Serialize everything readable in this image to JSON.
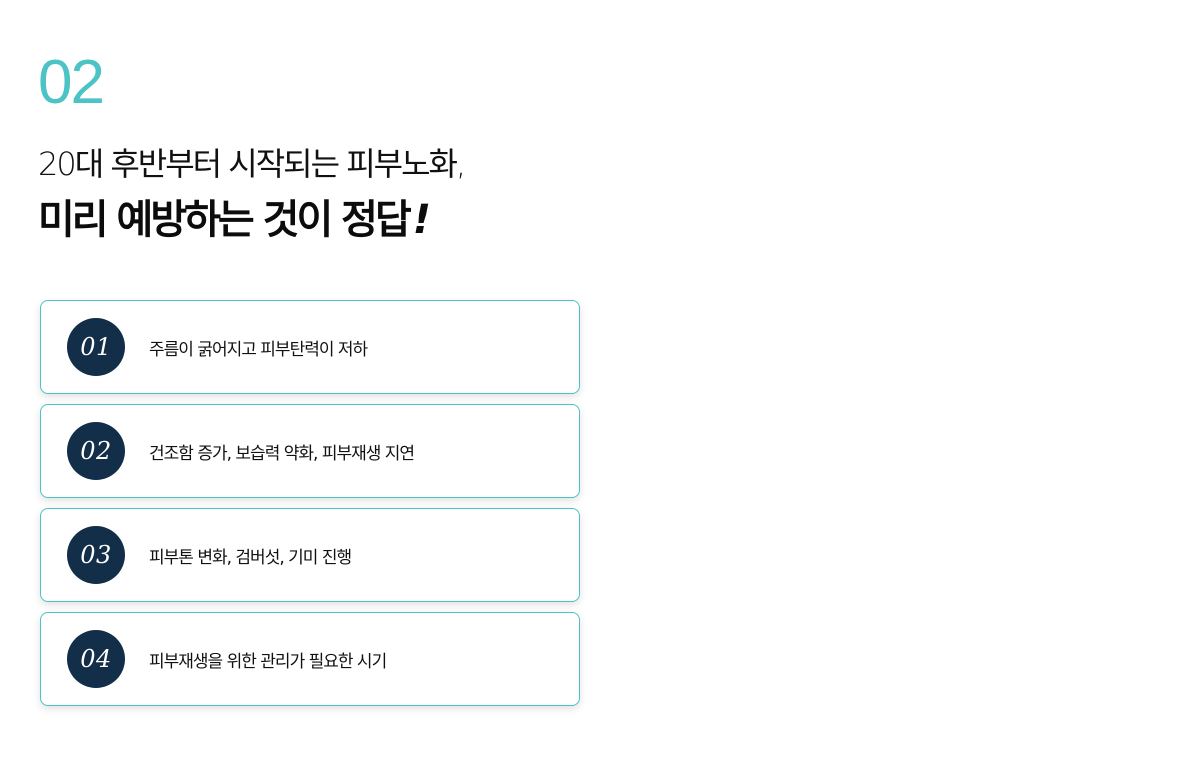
{
  "section": {
    "number": "02",
    "headline_sub": "20대 후반부터 시작되는 피부노화,",
    "headline_main": "미리 예방하는 것이 정답",
    "headline_mark": "!"
  },
  "items": [
    {
      "number": "01",
      "text": "주름이 굵어지고 피부탄력이 저하"
    },
    {
      "number": "02",
      "text": "건조함 증가, 보습력 약화, 피부재생 지연"
    },
    {
      "number": "03",
      "text": "피부톤 변화, 검버섯, 기미 진행"
    },
    {
      "number": "04",
      "text": "피부재생을 위한 관리가 필요한 시기"
    }
  ],
  "colors": {
    "accent": "#4cc3c4",
    "badge": "#122e48",
    "text": "#111111"
  }
}
